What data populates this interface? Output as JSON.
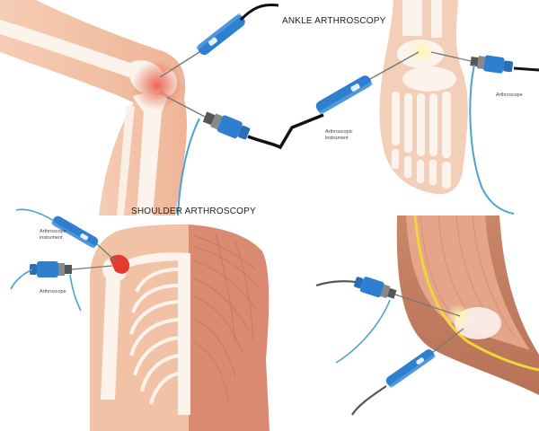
{
  "labels": {
    "ankle_title": "ANKLE ARTHROSCOPY",
    "shoulder_title": "SHOULDER ARTHROSCOPY",
    "ankle_instrument_line1": "Arthroscopic",
    "ankle_instrument_line2": "instrument",
    "ankle_scope": "Arthroscope",
    "shoulder_instrument_line1": "Arthroscopic",
    "shoulder_instrument_line2": "instrument",
    "shoulder_scope": "Arthroscope"
  },
  "colors": {
    "skin": "#f2c2a6",
    "skin_dark": "#e9a98a",
    "bone": "#fbf3ec",
    "instrument_blue": "#2f7fd0",
    "cable_black": "#111111",
    "cable_light": "#4aa3d6",
    "inflammation": "#e8604a",
    "muscle": "#d98a70",
    "nerve_yellow": "#f1d63a"
  }
}
